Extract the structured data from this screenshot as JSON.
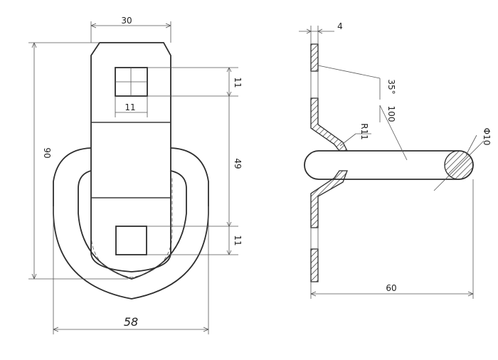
{
  "front_view": {
    "dim_top_width": "30",
    "dim_height_overall": "90",
    "dim_slot_height_upper": "11",
    "dim_slot_width": "11",
    "dim_center_distance": "49",
    "dim_slot_height_lower": "11",
    "dim_ring_width": "58"
  },
  "side_view": {
    "dim_plate_thickness": "4",
    "dim_bend_radius": "R11",
    "dim_ring_diameter": "Φ10",
    "dim_ring_length": "60",
    "label_angle": "35°",
    "label_span": "100"
  }
}
